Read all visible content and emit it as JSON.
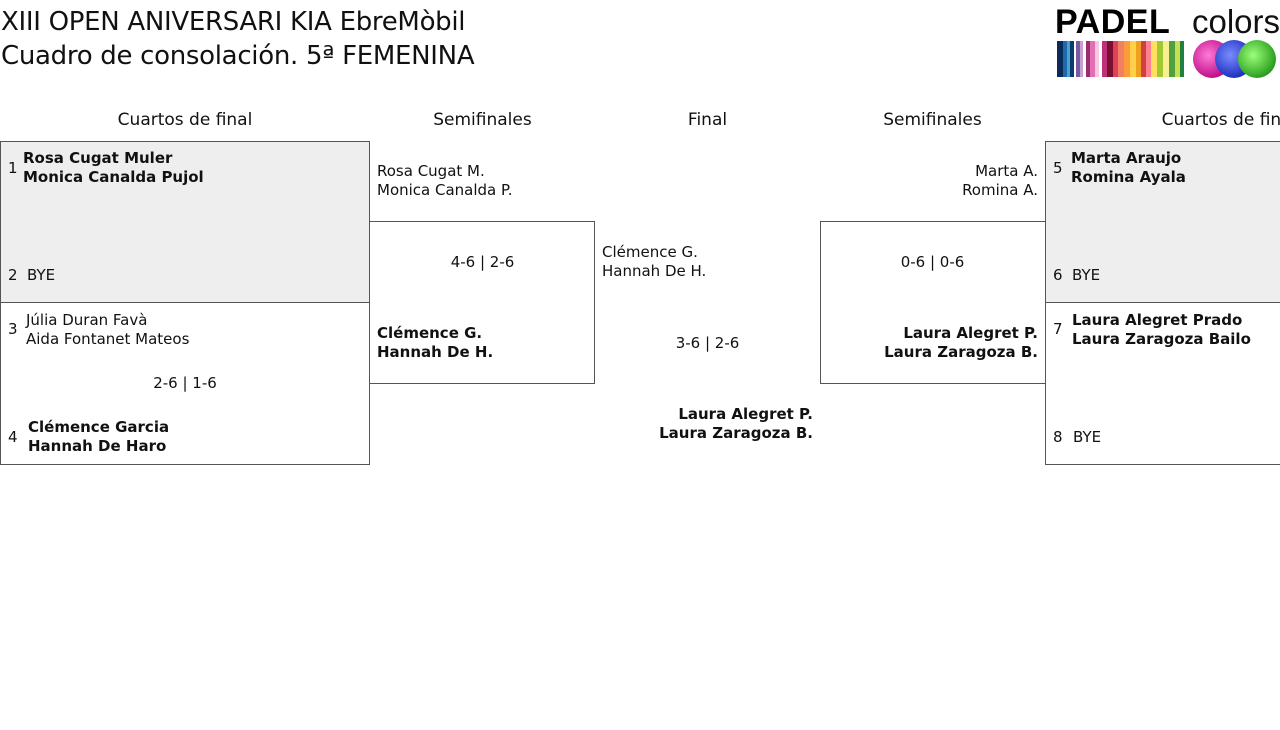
{
  "header": {
    "title_line1": "XIII OPEN ANIVERSARI KIA EbreMòbil",
    "title_line2": "Cuadro de consolación. 5ª FEMENINA",
    "logo_word1": "PADEL",
    "logo_word2": "colors"
  },
  "rounds": {
    "left_quarters": "Cuartos de final",
    "left_semis": "Semifinales",
    "final": "Final",
    "right_semis": "Semifinales",
    "right_quarters": "Cuartos de final"
  },
  "left_quarters": {
    "match1": {
      "seed_a": "1",
      "a1": "Rosa Cugat Muler",
      "a2": "Monica Canalda Pujol",
      "seed_b": "2",
      "b1": "BYE"
    },
    "match2": {
      "seed_a": "3",
      "a1": "Júlia Duran Favà",
      "a2": "Aida Fontanet Mateos",
      "score": "2-6 | 1-6",
      "seed_b": "4",
      "b1": "Clémence Garcia",
      "b2": "Hannah De Haro"
    }
  },
  "left_semi": {
    "top1": "Rosa Cugat M.",
    "top2": "Monica Canalda P.",
    "score": "4-6 | 2-6",
    "bot1": "Clémence G.",
    "bot2": "Hannah De H."
  },
  "final": {
    "top1": "Clémence G.",
    "top2": "Hannah De H.",
    "score": "3-6 | 2-6",
    "bot1": "Laura Alegret P.",
    "bot2": "Laura Zaragoza B."
  },
  "right_semi": {
    "top1": "Marta A.",
    "top2": "Romina A.",
    "score": "0-6 | 0-6",
    "bot1": "Laura Alegret P.",
    "bot2": "Laura Zaragoza B."
  },
  "right_quarters": {
    "match1": {
      "seed_a": "5",
      "a1": "Marta Araujo",
      "a2": "Romina Ayala",
      "seed_b": "6",
      "b1": "BYE"
    },
    "match2": {
      "seed_a": "7",
      "a1": "Laura Alegret Prado",
      "a2": "Laura Zaragoza Bailo",
      "seed_b": "8",
      "b1": "BYE"
    }
  }
}
